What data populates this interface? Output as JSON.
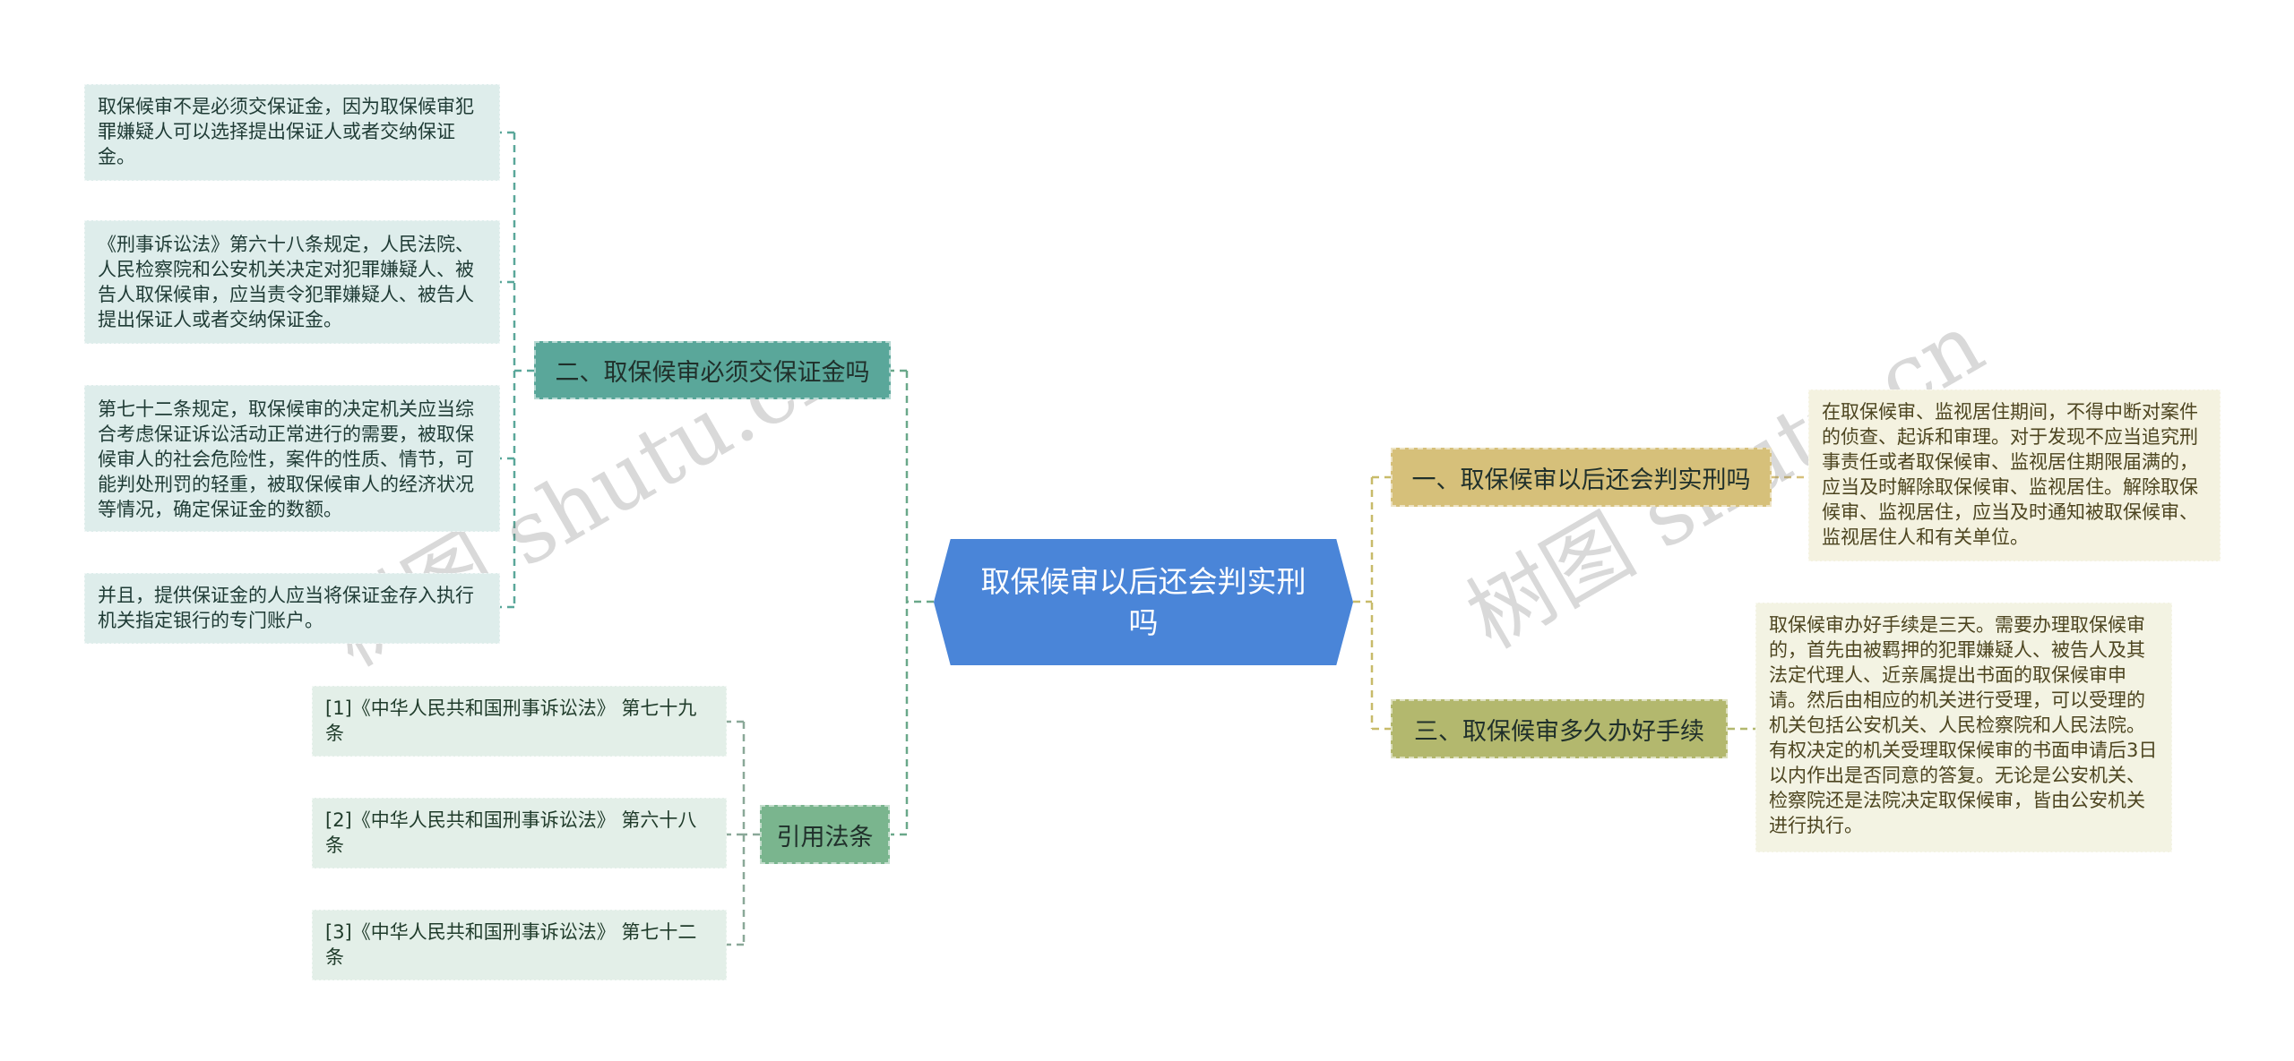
{
  "center": {
    "title": "取保候审以后还会判实刑吗"
  },
  "branches": {
    "left_top": {
      "label": "二、取保候审必须交保证金吗",
      "leaves": [
        "取保候审不是必须交保证金，因为取保候审犯罪嫌疑人可以选择提出保证人或者交纳保证金。",
        "《刑事诉讼法》第六十八条规定，人民法院、人民检察院和公安机关决定对犯罪嫌疑人、被告人取保候审，应当责令犯罪嫌疑人、被告人提出保证人或者交纳保证金。",
        "第七十二条规定，取保候审的决定机关应当综合考虑保证诉讼活动正常进行的需要，被取保候审人的社会危险性，案件的性质、情节，可能判处刑罚的轻重，被取保候审人的经济状况等情况，确定保证金的数额。",
        "并且，提供保证金的人应当将保证金存入执行机关指定银行的专门账户。"
      ]
    },
    "left_bottom": {
      "label": "引用法条",
      "leaves": [
        "[1]《中华人民共和国刑事诉讼法》 第七十九条",
        "[2]《中华人民共和国刑事诉讼法》 第六十八条",
        "[3]《中华人民共和国刑事诉讼法》 第七十二条"
      ]
    },
    "right_top": {
      "label": "一、取保候审以后还会判实刑吗",
      "leaves": [
        "在取保候审、监视居住期间，不得中断对案件的侦查、起诉和审理。对于发现不应当追究刑事责任或者取保候审、监视居住期限届满的，应当及时解除取保候审、监视居住。解除取保候审、监视居住，应当及时通知被取保候审、监视居住人和有关单位。"
      ]
    },
    "right_bottom": {
      "label": "三、取保候审多久办好手续",
      "leaves": [
        "取保候审办好手续是三天。需要办理取保候审的，首先由被羁押的犯罪嫌疑人、被告人及其法定代理人、近亲属提出书面的取保候审申请。然后由相应的机关进行受理，可以受理的机关包括公安机关、人民检察院和人民法院。有权决定的机关受理取保候审的书面申请后3日以内作出是否同意的答复。无论是公安机关、检察院还是法院决定取保候审，皆由公安机关进行执行。"
      ]
    }
  },
  "watermark": "树图 shutu.cn",
  "colors": {
    "center": "#4a85d8",
    "left_top_node": "#5aa79a",
    "left_bottom_node": "#7ab58e",
    "right_top_node": "#d6c07a",
    "right_bottom_node": "#b3b86e"
  }
}
